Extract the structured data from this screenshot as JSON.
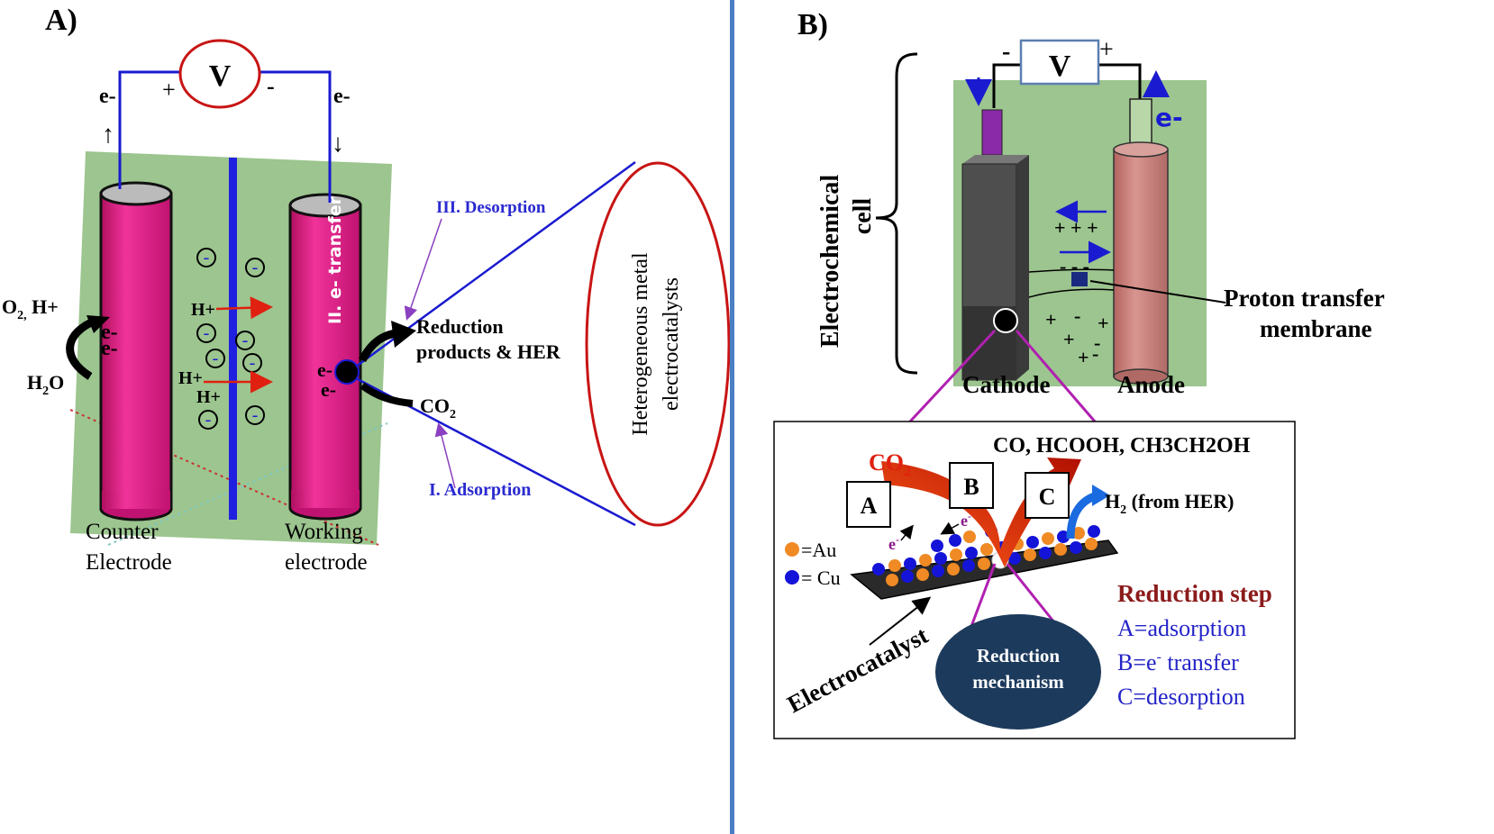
{
  "colors": {
    "panel_green": "#9cc58f",
    "electrode_pink": "#e0157f",
    "membrane_blue": "#2020e0",
    "wire_blue": "#1a1ad0",
    "oval_red": "#c81414",
    "divider_blue": "#4a7fc4",
    "cathode_gray": "#555555",
    "anode_pink": "#c97a76",
    "arrow_red": "#cc2200",
    "bubble_navy": "#1c3a5c",
    "reduction_maroon": "#8b1a1a",
    "step_blue": "#2424c8",
    "au_orange": "#f08a24",
    "cu_blue": "#1414d8"
  },
  "panelA": {
    "label": "A)",
    "voltmeter": "V",
    "plus": "+",
    "minus": "-",
    "e_left": "e-",
    "e_right": "e-",
    "up_arrow": "↑",
    "down_arrow": "↓",
    "o2_h": "O",
    "o2_sub": "2,",
    "o2_tail": " H+",
    "h2o_h": "H",
    "h2o_sub": "2",
    "h2o_o": "O",
    "counter_e1": "e-",
    "counter_e2": "e-",
    "ion_minus": "-",
    "hplus1": "H+",
    "hplus2": "H+",
    "hplus3": "H+",
    "electron_transfer": "II. e- transfer",
    "working_e1": "e-",
    "working_e2": "e-",
    "desorption": "III. Desorption",
    "reduction_line1": "Reduction",
    "reduction_line2": "products & HER",
    "co2_main": "CO",
    "co2_sub": "2",
    "adsorption": "I. Adsorption",
    "oval_line1": "Heterogeneous metal",
    "oval_line2": "electrocatalysts",
    "counter_label_1": "Counter",
    "counter_label_2": "Electrode",
    "working_label_1": "Working",
    "working_label_2": "electrode"
  },
  "panelB": {
    "label": "B)",
    "voltmeter": "V",
    "minus": "-",
    "plus": "+",
    "e_minus": "e-",
    "cell_line1": "Electrochemical",
    "cell_line2": "cell",
    "plus_row": "+ + +",
    "minus_row": "- - -",
    "proton_line1": "Proton transfer",
    "proton_line2": "membrane",
    "cathode": "Cathode",
    "anode": "Anode",
    "products": "CO, HCOOH, CH3CH2OH",
    "co2": "CO2",
    "box_a": "A",
    "box_b": "B",
    "box_c": "C",
    "h2_from_her": "H2 (from HER)",
    "au_legend": "=Au",
    "cu_legend": "= Cu",
    "electrocatalyst": "Electrocatalyst",
    "bubble_line1": "Reduction",
    "bubble_line2": "mechanism",
    "reduction_step": "Reduction step",
    "step_a": "A=adsorption",
    "step_b": "B=e- transfer",
    "step_c": "C=desorption",
    "e_small": "e-"
  }
}
